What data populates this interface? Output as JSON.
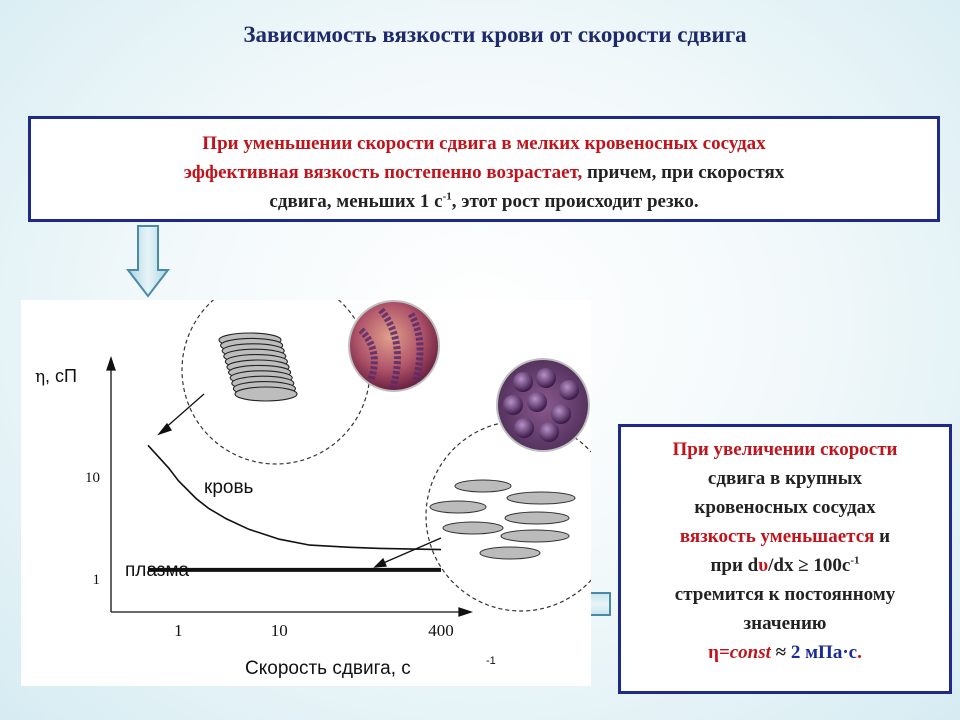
{
  "slide": {
    "title": "Зависимость вязкости крови от скорости сдвига"
  },
  "top_box": {
    "line1": "При уменьшении скорости сдвига в мелких кровеносных сосудах",
    "line2_red": "эффективная вязкость постепенно возрастает,",
    "line2_dark": " причем, при скоростях",
    "line3_pre": "сдвига, меньших 1 с",
    "line3_sup": "-1",
    "line3_post": ", этот рост происходит резко."
  },
  "right_box": {
    "l1": "При увеличении скорости",
    "l2": "сдвига  в крупных",
    "l3": "кровеносных сосудах",
    "l4_red": "вязкость уменьшается",
    "l4_dark": " и",
    "l5_pre": "при d",
    "l5_upsilon": "υ",
    "l5_mid": "/dx ",
    "l5_ge": "≥",
    "l5_val": " 100с",
    "l5_sup": "-1",
    "l6": "стремится к  постоянному",
    "l7": "значению",
    "l8_eta": "η",
    "l8_const": "=const ",
    "l8_approx": "≈",
    "l8_val": " 2 мПа·с",
    "l8_end": "."
  },
  "chart_data": {
    "type": "line",
    "ylabel_symbol": "η",
    "ylabel_unit": ", сП",
    "xlabel": "Скорость сдвига, с",
    "xlabel_sup": "-1",
    "x_scale": "log",
    "y_scale": "log",
    "x_ticks": [
      "1",
      "10",
      "400"
    ],
    "y_ticks": [
      "10",
      "1"
    ],
    "series": [
      {
        "name": "кровь",
        "x": [
          0.5,
          0.8,
          1,
          1.5,
          2,
          3,
          5,
          10,
          20,
          50,
          100,
          400
        ],
        "y": [
          20,
          12,
          9,
          6,
          4.8,
          3.8,
          3,
          2.4,
          2.1,
          2,
          1.95,
          1.9
        ]
      },
      {
        "name": "плазма",
        "x": [
          0.5,
          400
        ],
        "y": [
          1.2,
          1.2
        ]
      }
    ]
  }
}
